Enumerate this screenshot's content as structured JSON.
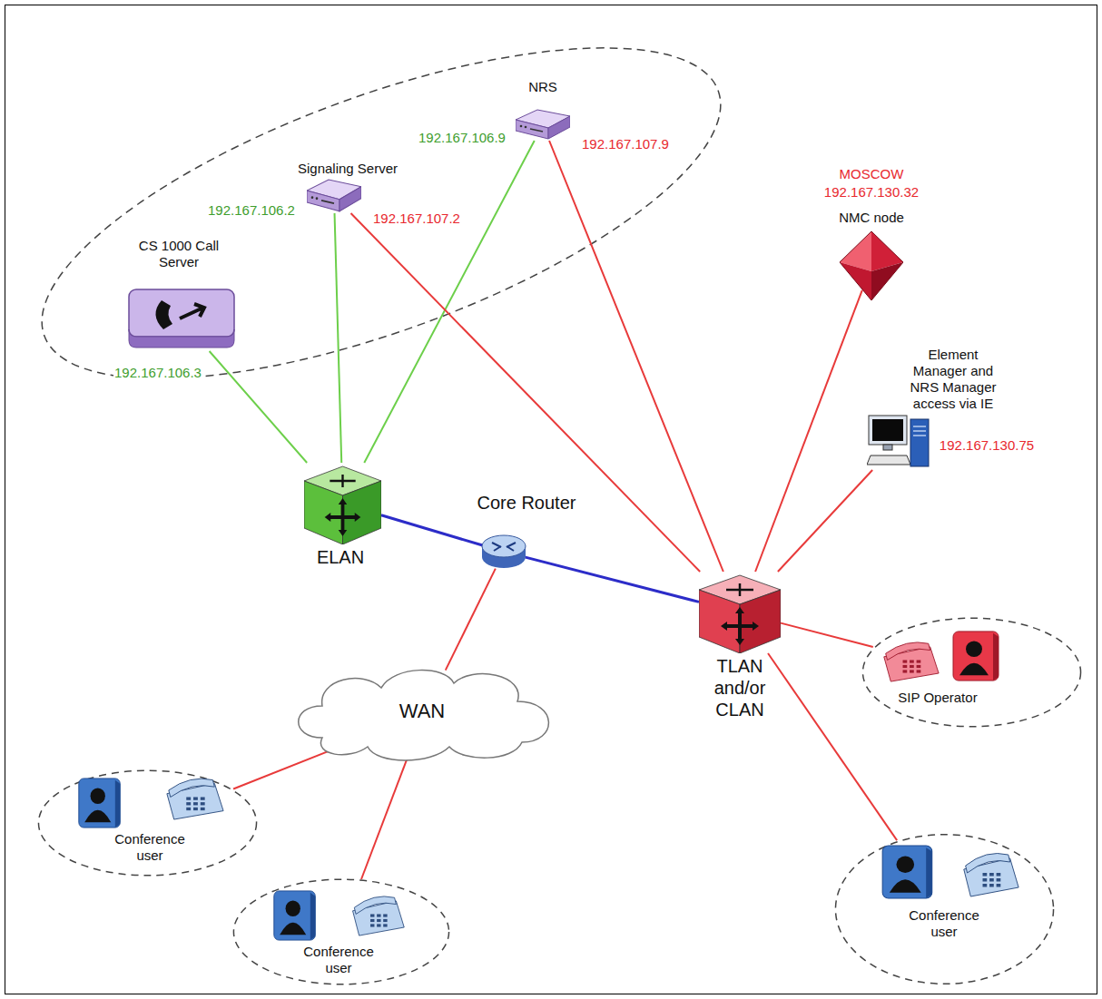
{
  "diagram": {
    "nodes": [
      {
        "text": [
          "NRS"
        ]
      },
      {
        "text": [
          "Signaling Server"
        ]
      },
      {
        "text": [
          "CS 1000 Call Server"
        ]
      },
      {
        "text": [
          "MOSCOW",
          "192.167.130.32",
          "NMC node"
        ]
      },
      {
        "text": [
          "Element Manager and NRS Manager access via IE",
          "192.167.130.75"
        ]
      },
      {
        "text": [
          "ELAN"
        ]
      },
      {
        "text": [
          "Core Router"
        ]
      },
      {
        "text": [
          "TLAN and/or CLAN"
        ]
      },
      {
        "text": [
          "WAN"
        ]
      },
      {
        "text": [
          "SIP Operator"
        ]
      },
      {
        "text": [
          "Conference user"
        ]
      },
      {
        "text": [
          "Conference user"
        ]
      },
      {
        "text": [
          "Conference user"
        ]
      }
    ],
    "edges": [
      {
        "from": 5,
        "to": 2,
        "arrow": "none"
      },
      {
        "from": 5,
        "to": 1,
        "arrow": "none"
      },
      {
        "from": 5,
        "to": 0,
        "arrow": "none"
      },
      {
        "from": 1,
        "to": 7,
        "arrow": "none"
      },
      {
        "from": 0,
        "to": 7,
        "arrow": "none"
      },
      {
        "from": 5,
        "to": 6,
        "arrow": "none"
      },
      {
        "from": 6,
        "to": 7,
        "arrow": "none"
      },
      {
        "from": 6,
        "to": 8,
        "arrow": "none"
      },
      {
        "from": 8,
        "to": 10,
        "arrow": "none"
      },
      {
        "from": 8,
        "to": 11,
        "arrow": "none"
      },
      {
        "from": 7,
        "to": 3,
        "arrow": "none"
      },
      {
        "from": 7,
        "to": 4,
        "arrow": "none"
      },
      {
        "from": 7,
        "to": 9,
        "arrow": "none"
      },
      {
        "from": 7,
        "to": 12,
        "arrow": "none"
      }
    ],
    "labels": [
      "192.167.106.9",
      "192.167.107.9",
      "192.167.106.2",
      "192.167.107.2",
      "192.167.106.3"
    ]
  }
}
